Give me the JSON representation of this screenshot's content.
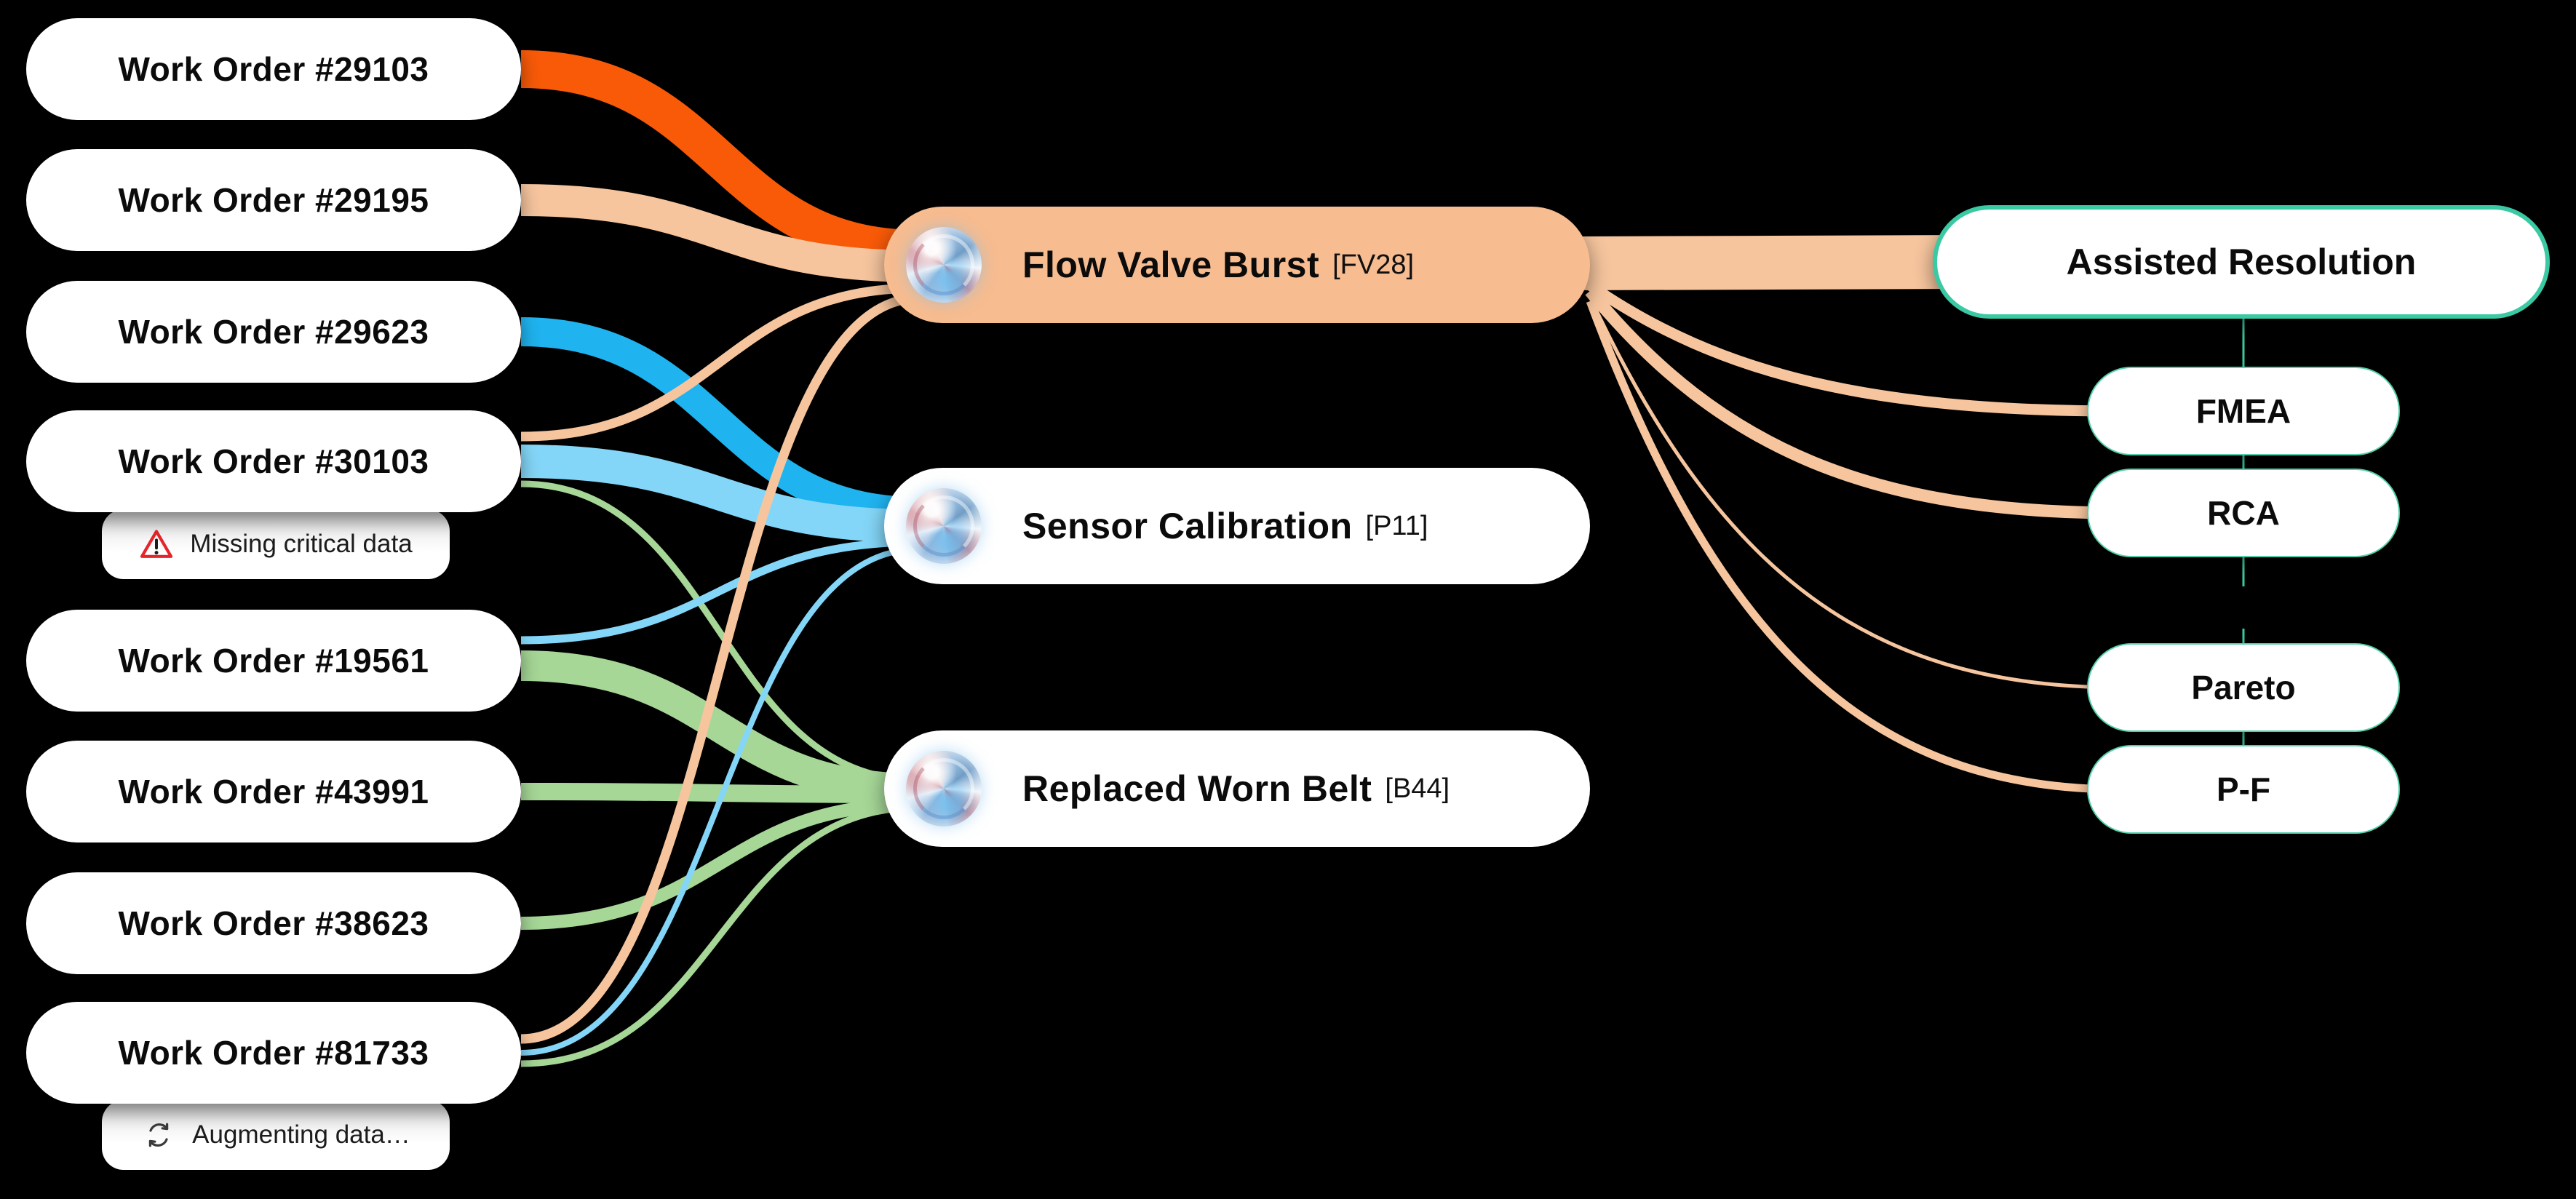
{
  "work_orders": [
    {
      "id": "wo-29103",
      "label": "Work Order #29103"
    },
    {
      "id": "wo-29195",
      "label": "Work Order #29195"
    },
    {
      "id": "wo-29623",
      "label": "Work Order #29623"
    },
    {
      "id": "wo-30103",
      "label": "Work Order #30103",
      "badge": {
        "icon": "warning-icon",
        "text": "Missing critical data"
      }
    },
    {
      "id": "wo-19561",
      "label": "Work Order #19561"
    },
    {
      "id": "wo-43991",
      "label": "Work Order #43991"
    },
    {
      "id": "wo-38623",
      "label": "Work Order #38623"
    },
    {
      "id": "wo-81733",
      "label": "Work Order #81733",
      "badge": {
        "icon": "sync-icon",
        "text": "Augmenting data…"
      }
    }
  ],
  "process_nodes": [
    {
      "id": "fvb",
      "title": "Flow Valve Burst",
      "code": "[FV28]",
      "highlighted": true
    },
    {
      "id": "sc",
      "title": "Sensor Calibration",
      "code": "[P11]",
      "highlighted": false
    },
    {
      "id": "rwb",
      "title": "Replaced Worn Belt",
      "code": "[B44]",
      "highlighted": false
    }
  ],
  "resolution_nodes": [
    {
      "id": "ar",
      "label": "Assisted Resolution",
      "primary": true
    },
    {
      "id": "fmea",
      "label": "FMEA"
    },
    {
      "id": "rca",
      "label": "RCA"
    },
    {
      "id": "pareto",
      "label": "Pareto"
    },
    {
      "id": "pf",
      "label": "P-F"
    }
  ],
  "links": [
    {
      "source": "wo-29103",
      "target": "fvb",
      "color": "orange",
      "width": 52
    },
    {
      "source": "wo-29195",
      "target": "fvb",
      "color": "peach",
      "width": 44
    },
    {
      "source": "wo-29623",
      "target": "sc",
      "color": "blue",
      "width": 40
    },
    {
      "source": "wo-30103",
      "target": "sc",
      "color": "light_blue",
      "width": 46
    },
    {
      "source": "wo-30103",
      "target": "fvb",
      "color": "peach",
      "width": 13
    },
    {
      "source": "wo-30103",
      "target": "rwb",
      "color": "green",
      "width": 9
    },
    {
      "source": "wo-19561",
      "target": "sc",
      "color": "light_blue",
      "width": 11
    },
    {
      "source": "wo-19561",
      "target": "rwb",
      "color": "green",
      "width": 42
    },
    {
      "source": "wo-43991",
      "target": "rwb",
      "color": "green",
      "width": 24
    },
    {
      "source": "wo-38623",
      "target": "rwb",
      "color": "green",
      "width": 18
    },
    {
      "source": "wo-81733",
      "target": "fvb",
      "color": "peach",
      "width": 13
    },
    {
      "source": "wo-81733",
      "target": "sc",
      "color": "light_blue",
      "width": 8
    },
    {
      "source": "wo-81733",
      "target": "rwb",
      "color": "green",
      "width": 9
    },
    {
      "source": "fvb",
      "target": "ar",
      "color": "peach",
      "width": 74
    },
    {
      "source": "fvb",
      "target": "fmea",
      "color": "peach",
      "width": 15
    },
    {
      "source": "fvb",
      "target": "rca",
      "color": "peach",
      "width": 17
    },
    {
      "source": "fvb",
      "target": "pareto",
      "color": "peach",
      "width": 5
    },
    {
      "source": "fvb",
      "target": "pf",
      "color": "peach",
      "width": 11
    }
  ],
  "colors": {
    "orange": "#F85A08",
    "peach": "#F6C59E",
    "blue": "#1FB3EF",
    "light_blue": "#84D6F8",
    "green": "#A6D797",
    "teal": "#3AC9A2",
    "highlight_fill": "#F7BC90",
    "warning_red": "#E5252A"
  }
}
